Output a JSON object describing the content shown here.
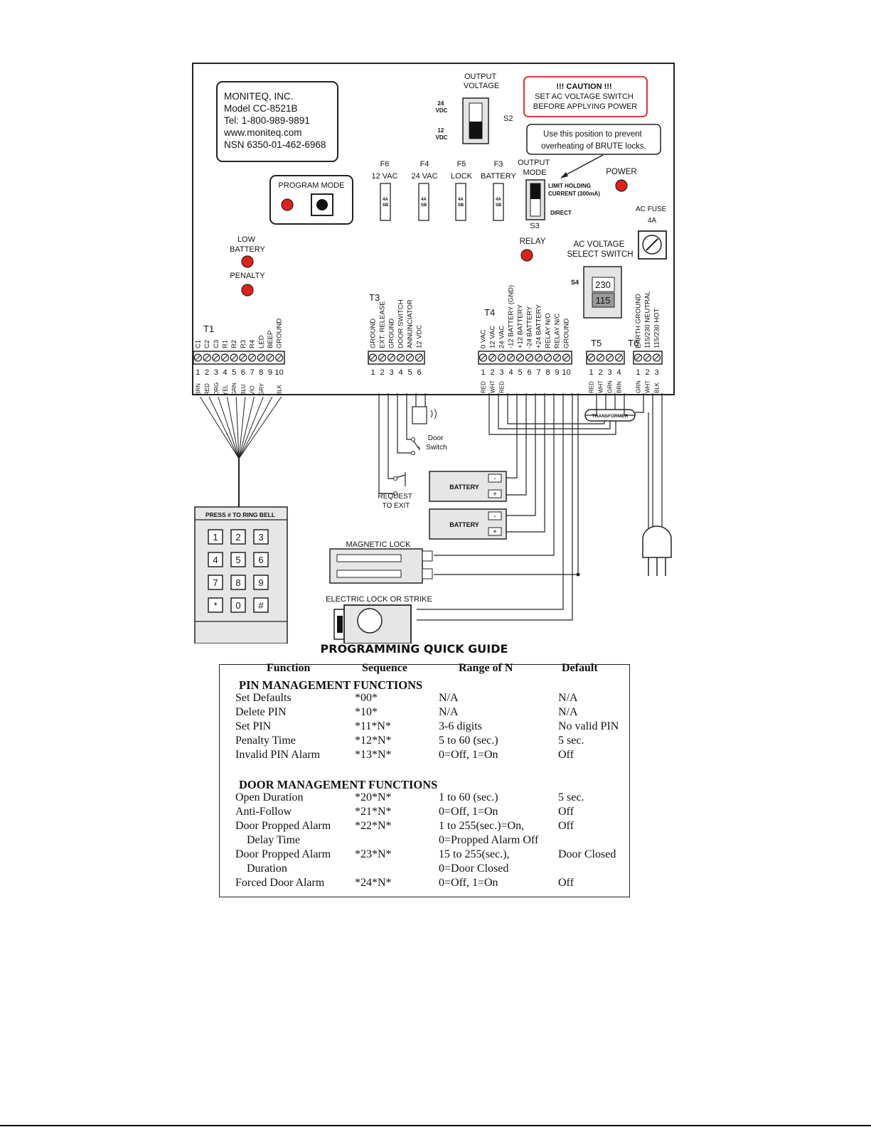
{
  "board": {
    "company": [
      "MONITEQ, INC.",
      "Model CC-8521B",
      "Tel: 1-800-989-9891",
      "www.moniteq.com",
      "NSN 6350-01-462-6968"
    ],
    "program_mode": "PROGRAM MODE",
    "output_voltage": [
      "OUTPUT",
      "VOLTAGE"
    ],
    "vdc24": [
      "24",
      "VDC"
    ],
    "vdc12": [
      "12",
      "VDC"
    ],
    "s2": "S2",
    "caution": [
      "!!! CAUTION !!!",
      "SET AC VOLTAGE SWITCH",
      "BEFORE APPLYING POWER"
    ],
    "callout": [
      "Use this position to prevent",
      "overheating of BRUTE locks."
    ],
    "fuses": [
      {
        "id": "F6",
        "label": "12 VAC"
      },
      {
        "id": "F4",
        "label": "24 VAC"
      },
      {
        "id": "F5",
        "label": "LOCK"
      },
      {
        "id": "F3",
        "label": "BATTERY"
      }
    ],
    "fuse_rating": [
      "4A",
      "SB"
    ],
    "output_mode": [
      "OUTPUT",
      "MODE"
    ],
    "limit_holding": [
      "LIMIT HOLDING",
      "CURRENT (300mA)"
    ],
    "direct": "DIRECT",
    "s3": "S3",
    "power": "POWER",
    "ac_fuse": [
      "AC FUSE",
      "4A"
    ],
    "relay": "RELAY",
    "ac_voltage_select": [
      "AC VOLTAGE",
      "SELECT SWITCH"
    ],
    "s4": "S4",
    "v230": "230",
    "v115": "115",
    "low_battery": [
      "LOW",
      "BATTERY"
    ],
    "penalty": "PENALTY",
    "t1": {
      "name": "T1",
      "labels": [
        "C1",
        "C2",
        "C3",
        "R1",
        "R2",
        "R3",
        "R4",
        "LED",
        "BEEP",
        "GROUND"
      ],
      "nums": [
        "1",
        "2",
        "3",
        "4",
        "5",
        "6",
        "7",
        "8",
        "9",
        "10"
      ],
      "wires": [
        "BRN",
        "RED",
        "ORG",
        "YEL",
        "GRN",
        "BLU",
        "VIO",
        "GRY",
        "",
        "BLK"
      ]
    },
    "t3": {
      "name": "T3",
      "labels": [
        "GROUND",
        "EXT. RELEASE",
        "GROUND",
        "DOOR SWITCH",
        "ANNUNCIATOR",
        "12 VDC"
      ],
      "nums": [
        "1",
        "2",
        "3",
        "4",
        "5",
        "6"
      ]
    },
    "t4": {
      "name": "T4",
      "labels": [
        "0 VAC",
        "12 VAC",
        "24 VAC",
        "-12 BATTERY (GND)",
        "+12 BATTERY",
        "-24 BATTERY",
        "+24 BATTERY",
        "RELAY N/O",
        "RELAY N/C",
        "GROUND"
      ],
      "nums": [
        "1",
        "2",
        "3",
        "4",
        "5",
        "6",
        "7",
        "8",
        "9",
        "10"
      ],
      "wires": [
        "RED",
        "WHT",
        "RED"
      ]
    },
    "t5": {
      "name": "T5",
      "nums": [
        "1",
        "2",
        "3",
        "4"
      ],
      "wires": [
        "RED",
        "WHT",
        "GRN",
        "BRN"
      ]
    },
    "t6": {
      "name": "T6",
      "labels": [
        "EARTH GROUND",
        "115/230 NEUTRAL",
        "115/230 HOT"
      ],
      "nums": [
        "1",
        "2",
        "3"
      ],
      "wires": [
        "GRN",
        "WHT",
        "BLK"
      ]
    },
    "transformer": "TRANSFORMER",
    "door_switch": [
      "Door",
      "Switch"
    ],
    "request_exit": [
      "REQUEST",
      "TO EXIT"
    ],
    "battery": "BATTERY",
    "magnetic_lock": "MAGNETIC LOCK",
    "electric_lock": "ELECTRIC LOCK OR STRIKE",
    "keypad_title": "PRESS # TO RING BELL",
    "keypad_keys": [
      "1",
      "2",
      "3",
      "4",
      "5",
      "6",
      "7",
      "8",
      "9",
      "*",
      "0",
      "#"
    ]
  },
  "guide": {
    "title": "PROGRAMMING QUICK GUIDE",
    "headers": [
      "Function",
      "Sequence",
      "Range of N",
      "Default"
    ],
    "section1": "PIN MANAGEMENT FUNCTIONS",
    "rows1": [
      [
        "Set Defaults",
        "*00*",
        "N/A",
        "N/A"
      ],
      [
        "Delete PIN",
        "*10*",
        "N/A",
        "N/A"
      ],
      [
        "Set PIN",
        "*11*N*",
        "3-6 digits",
        "No valid PIN"
      ],
      [
        "Penalty Time",
        "*12*N*",
        "5 to 60 (sec.)",
        "5 sec."
      ],
      [
        "Invalid PIN Alarm",
        "*13*N*",
        "0=Off, 1=On",
        "Off"
      ]
    ],
    "section2": "DOOR MANAGEMENT FUNCTIONS",
    "rows2": [
      [
        "Open Duration",
        "*20*N*",
        "1 to 60 (sec.)",
        "5 sec."
      ],
      [
        "Anti-Follow",
        "*21*N*",
        "0=Off, 1=On",
        "Off"
      ],
      [
        "Door Propped Alarm",
        "*22*N*",
        "1 to 255(sec.)=On,",
        "Off"
      ],
      [
        "Delay Time",
        "",
        "0=Propped Alarm Off",
        ""
      ],
      [
        "Door Propped Alarm",
        "*23*N*",
        "15 to 255(sec.),",
        "Door Closed"
      ],
      [
        "Duration",
        "",
        "0=Door Closed",
        ""
      ],
      [
        "Forced Door Alarm",
        "*24*N*",
        "0=Off, 1=On",
        "Off"
      ]
    ]
  }
}
